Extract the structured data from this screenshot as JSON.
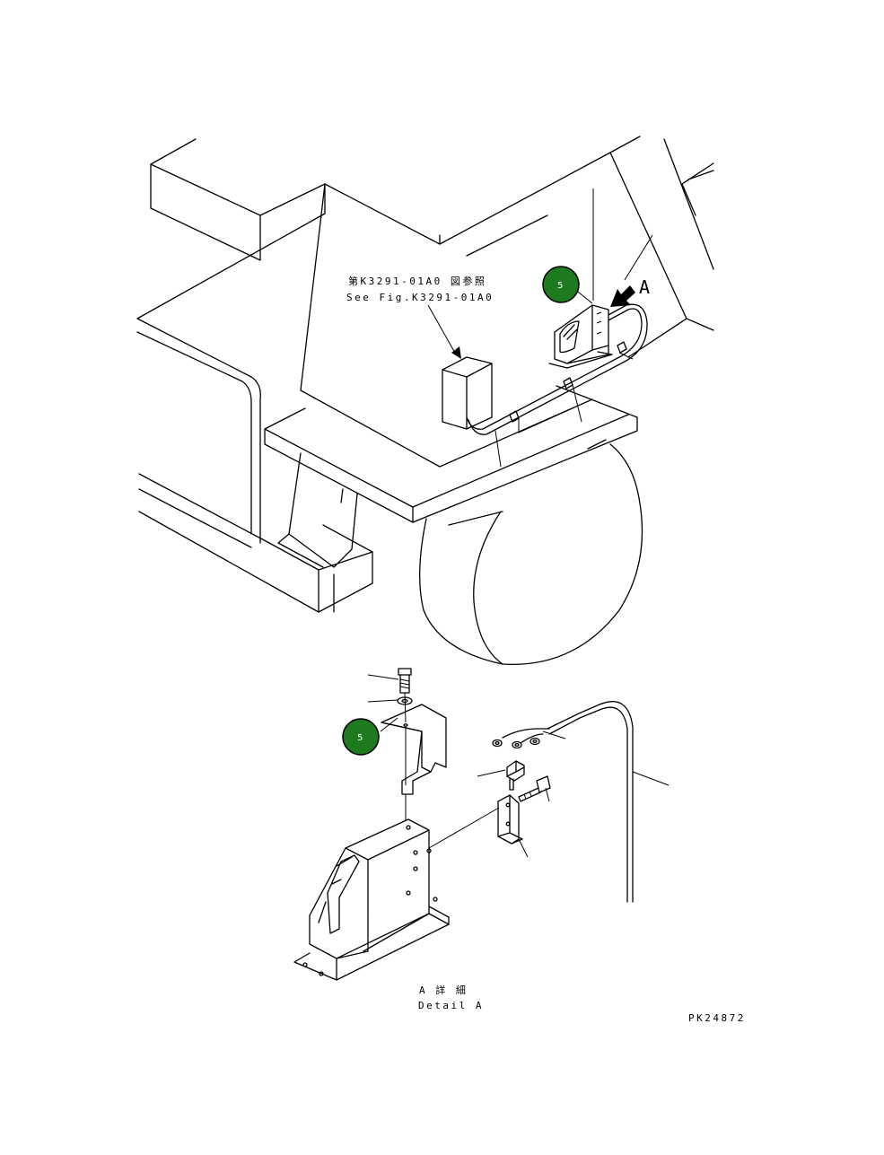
{
  "drawing": {
    "reference_jp": "第K3291-01A0 図参照",
    "reference_en": "See Fig.K3291-01A0",
    "view_arrow_label": "A",
    "detail_jp": "A 詳 細",
    "detail_en": "Detail A",
    "drawing_number": "PK24872"
  },
  "callouts": [
    {
      "label": "5"
    },
    {
      "label": "5"
    }
  ],
  "colors": {
    "callout_fill": "#1e7a1e",
    "line": "#000000",
    "background": "#ffffff"
  }
}
